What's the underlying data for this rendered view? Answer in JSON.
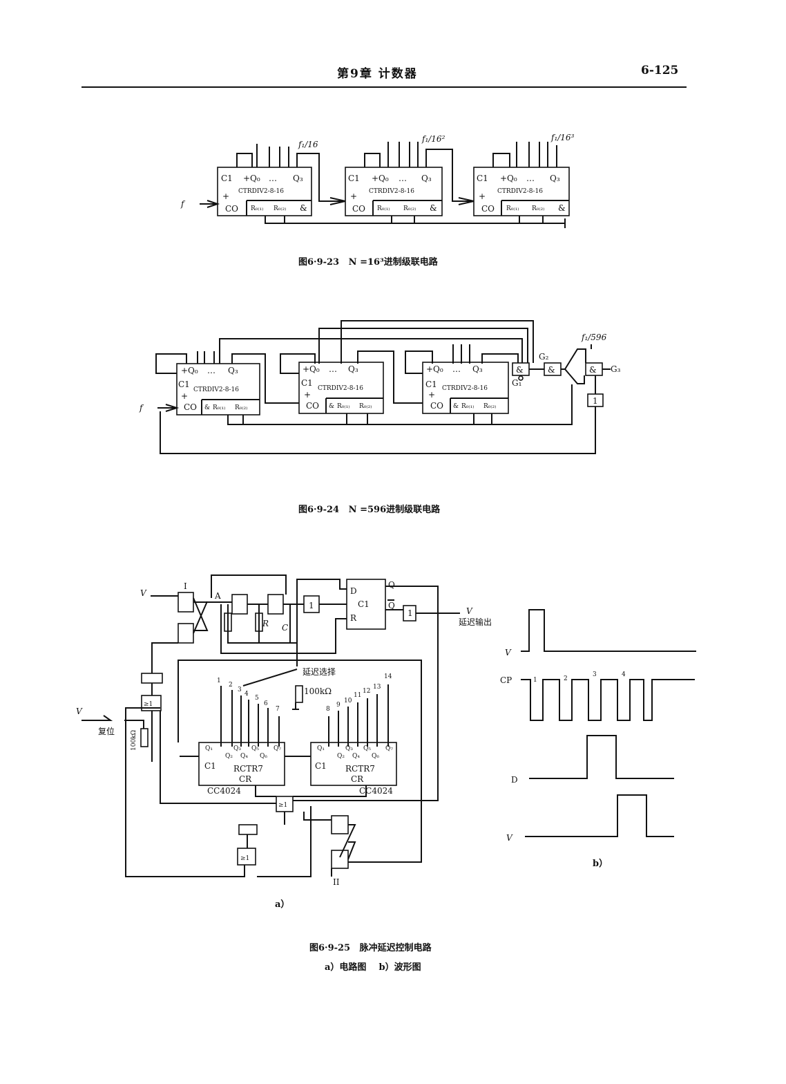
{
  "header": {
    "chapter_title": "第9章  计数器",
    "page_number": "6-125"
  },
  "fig23": {
    "caption": "图6·9-23   N =16³进制级联电路",
    "input_label": "f",
    "outputs": [
      "f₁/16",
      "f₁/16²",
      "f₁/16³"
    ],
    "counter": {
      "name": "CTRDIV2-8-16",
      "clk": "C1",
      "q_first": "+Q₀",
      "dots": "…",
      "q_last": "Q₃",
      "co": "CO",
      "plus": "+",
      "r1": "R₀₍₁₎",
      "r2": "R₀₍₂₎",
      "and": "&"
    }
  },
  "fig24": {
    "caption": "图6·9-24   N =596进制级联电路",
    "input_label": "f",
    "output_label": "f₁/596",
    "gates": {
      "g1": "G₁",
      "g2": "G₂",
      "g3": "G₃",
      "and": "&",
      "not": "1"
    },
    "counter": {
      "name": "CTRDIV2-8-16",
      "clk": "C1",
      "q_first": "+Q₀",
      "dots": "…",
      "q_last": "Q₃",
      "co": "CO",
      "plus": "+",
      "r1": "R₀₍₁₎",
      "r2": "R₀₍₂₎",
      "and": "&"
    }
  },
  "fig25": {
    "caption": "图6·9-25   脉冲延迟控制电路",
    "subcaption": "a）电路图    b）波形图",
    "part_a": "a）",
    "part_b": "b）",
    "labels": {
      "vi": "V",
      "vo": "V",
      "node_a": "A",
      "delay_output": "延迟输出",
      "delay_select": "延迟选择",
      "res_100k": "100kΩ",
      "vdd": "V",
      "reset": "复位",
      "cap_c": "C",
      "res_r": "R",
      "ff_d": "D",
      "ff_c1": "C1",
      "ff_r": "R",
      "ff_q": "Q",
      "ff_qbar": "Q",
      "ctr_name": "RCTR7",
      "ctr_chip": "CC4024",
      "ctr_cr": "CR",
      "ctr_clk": "C1",
      "or_gate": "≥1",
      "not_gate": "1",
      "roman_1": "I",
      "roman_2": "II",
      "taps": [
        "1",
        "2",
        "3",
        "4",
        "5",
        "6",
        "7",
        "8",
        "9",
        "10",
        "11",
        "12",
        "13",
        "14"
      ],
      "q_pins": [
        "Q₁",
        "Q₂",
        "Q₃",
        "Q₄",
        "Q₅",
        "Q₆",
        "Q₇"
      ]
    },
    "waveform": {
      "signals": [
        "V",
        "CP",
        "D",
        "V"
      ],
      "cp_pulse_labels": [
        "1",
        "2",
        "3",
        "4"
      ]
    }
  }
}
